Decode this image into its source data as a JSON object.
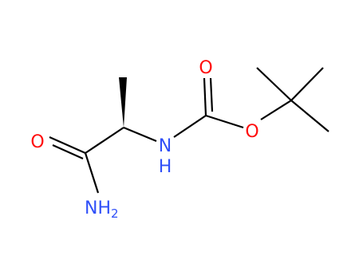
{
  "molecule": {
    "atoms": {
      "o_amide": {
        "label": "O",
        "color": "#ff0d0d"
      },
      "n_amide": {
        "label": "NH",
        "sub": "2",
        "color": "#3050f8"
      },
      "n_carbamate": {
        "label": "N",
        "color": "#3050f8"
      },
      "h_carbamate": {
        "label": "H",
        "color": "#3050f8"
      },
      "o_carbonyl": {
        "label": "O",
        "color": "#ff0d0d"
      },
      "o_ester": {
        "label": "O",
        "color": "#ff0d0d"
      }
    },
    "bond_color": "#000000"
  }
}
